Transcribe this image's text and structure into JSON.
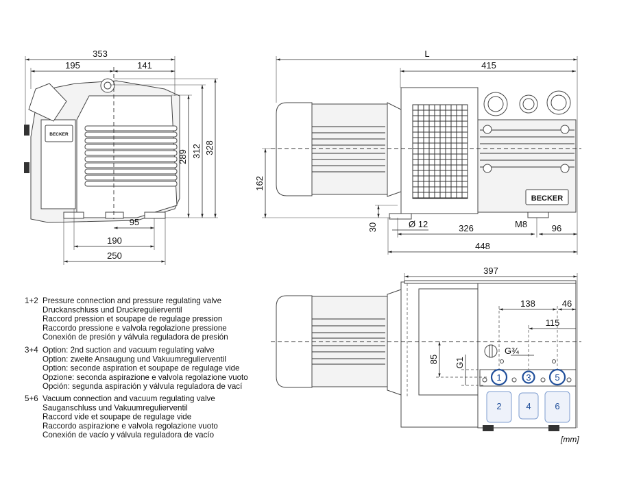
{
  "side_view": {
    "dims": {
      "overall_width": "353",
      "left_offset": "195",
      "right_offset": "141",
      "height_1": "289",
      "height_2": "312",
      "height_3": "328",
      "foot_1": "95",
      "foot_2": "190",
      "foot_3": "250"
    },
    "logo": "BECKER"
  },
  "front_view": {
    "dims": {
      "length": "L",
      "pump_length": "415",
      "axis_height": "162",
      "foot_height": "30",
      "hole_dia": "Ø 12",
      "thread": "M8",
      "foot_span": "326",
      "foot_offset": "96",
      "base_length": "448"
    },
    "logo": "BECKER"
  },
  "top_view": {
    "dims": {
      "width": "397",
      "d138": "138",
      "d46": "46",
      "d115": "115",
      "d85": "85",
      "g1": "G1",
      "g34": "G¾"
    },
    "ports": [
      "1",
      "2",
      "3",
      "4",
      "5",
      "6"
    ]
  },
  "legend": [
    {
      "key": "1+2",
      "lines": [
        "Pressure connection and pressure regulating valve",
        "Druckanschluss und Druckregulierventil",
        "Raccord pression et soupape de regulage pression",
        "Raccordo pressione e valvola regolazione pressione",
        "Conexión de presión y válvula reguladora de presión"
      ]
    },
    {
      "key": "3+4",
      "lines": [
        "Option: 2nd suction and vacuum regulating valve",
        "Option: zweite Ansaugung und Vakuumregulierventil",
        "Option: seconde aspiration et soupape de regulage vide",
        "Opzione: seconda aspirazione e valvola regolazione vuoto",
        "Opción: segunda aspiración y válvula reguladora de vací"
      ]
    },
    {
      "key": "5+6",
      "lines": [
        "Vacuum connection and vacuum regulating valve",
        "Sauganschluss und Vakuumregulierventil",
        "Raccord vide et soupape de regulage vide",
        "Raccordo aspirazione e valvola regolazione vuoto",
        "Conexión de vacío y válvula reguladora de vacío"
      ]
    }
  ],
  "unit": "[mm]"
}
